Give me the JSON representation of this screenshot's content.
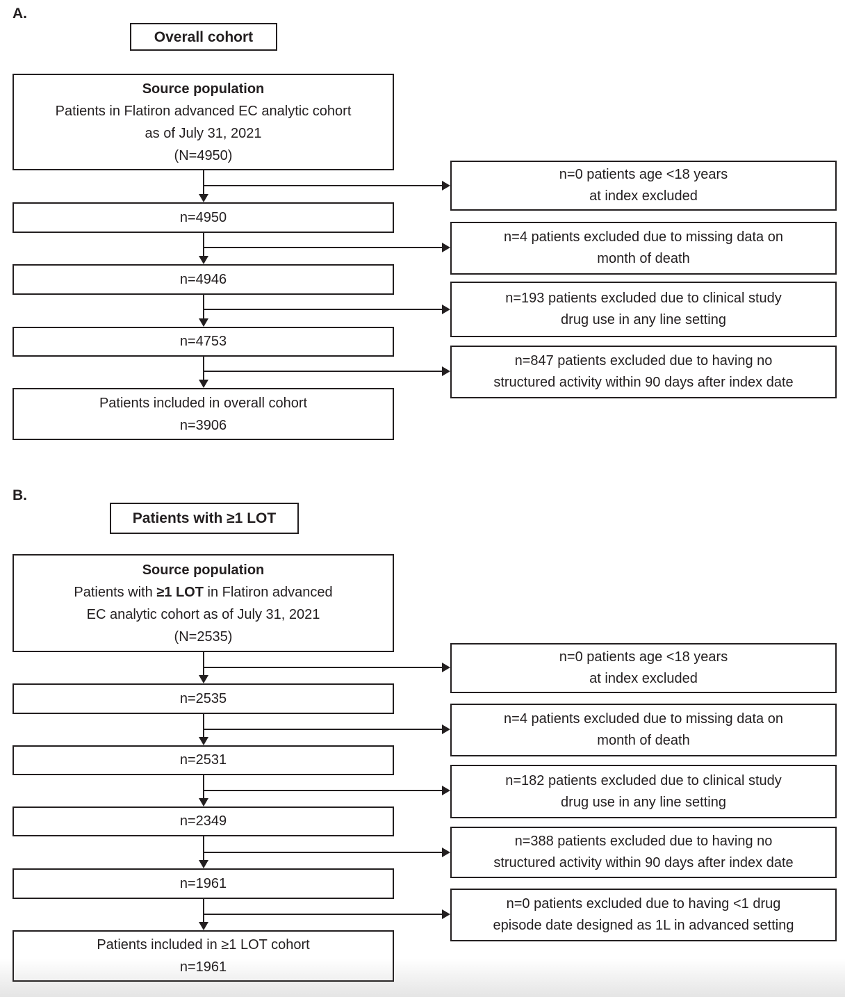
{
  "colors": {
    "ink": "#231f20",
    "background": "#ffffff"
  },
  "figure": {
    "panels": [
      {
        "label": "A.",
        "title": "Overall cohort",
        "source": {
          "heading": "Source population",
          "line1": "Patients in Flatiron advanced EC analytic cohort",
          "line2": "as of July 31, 2021",
          "line3": "(N=4950)"
        },
        "counts": [
          "n=4950",
          "n=4946",
          "n=4753"
        ],
        "final": {
          "line1": "Patients included in overall cohort",
          "line2": "n=3906"
        },
        "exclusions": [
          {
            "line1": "n=0 patients age <18 years",
            "line2": "at index excluded"
          },
          {
            "line1": "n=4 patients excluded due to missing data on",
            "line2": "month of death"
          },
          {
            "line1": "n=193 patients excluded due to clinical study",
            "line2": "drug use in any line setting"
          },
          {
            "line1": "n=847 patients excluded due to having no",
            "line2": "structured activity within 90 days after index date"
          }
        ]
      },
      {
        "label": "B.",
        "title": "Patients with ≥1 LOT",
        "source": {
          "heading": "Source population",
          "line1_prefix": "Patients with ",
          "line1_bold": "≥1 LOT",
          "line1_suffix": " in Flatiron advanced",
          "line2": "EC analytic cohort as of July 31, 2021",
          "line3": "(N=2535)"
        },
        "counts": [
          "n=2535",
          "n=2531",
          "n=2349",
          "n=1961"
        ],
        "final": {
          "line1": "Patients included in ≥1 LOT cohort",
          "line2": "n=1961"
        },
        "exclusions": [
          {
            "line1": "n=0 patients age <18 years",
            "line2": "at index excluded"
          },
          {
            "line1": "n=4 patients excluded due to missing data on",
            "line2": "month of death"
          },
          {
            "line1": "n=182 patients excluded due to clinical study",
            "line2": "drug use in any line setting"
          },
          {
            "line1": "n=388 patients excluded due to having no",
            "line2": "structured activity within 90 days after index date"
          },
          {
            "line1": "n=0 patients excluded due to having <1 drug",
            "line2": "episode date designed as 1L in advanced setting"
          }
        ]
      }
    ]
  }
}
